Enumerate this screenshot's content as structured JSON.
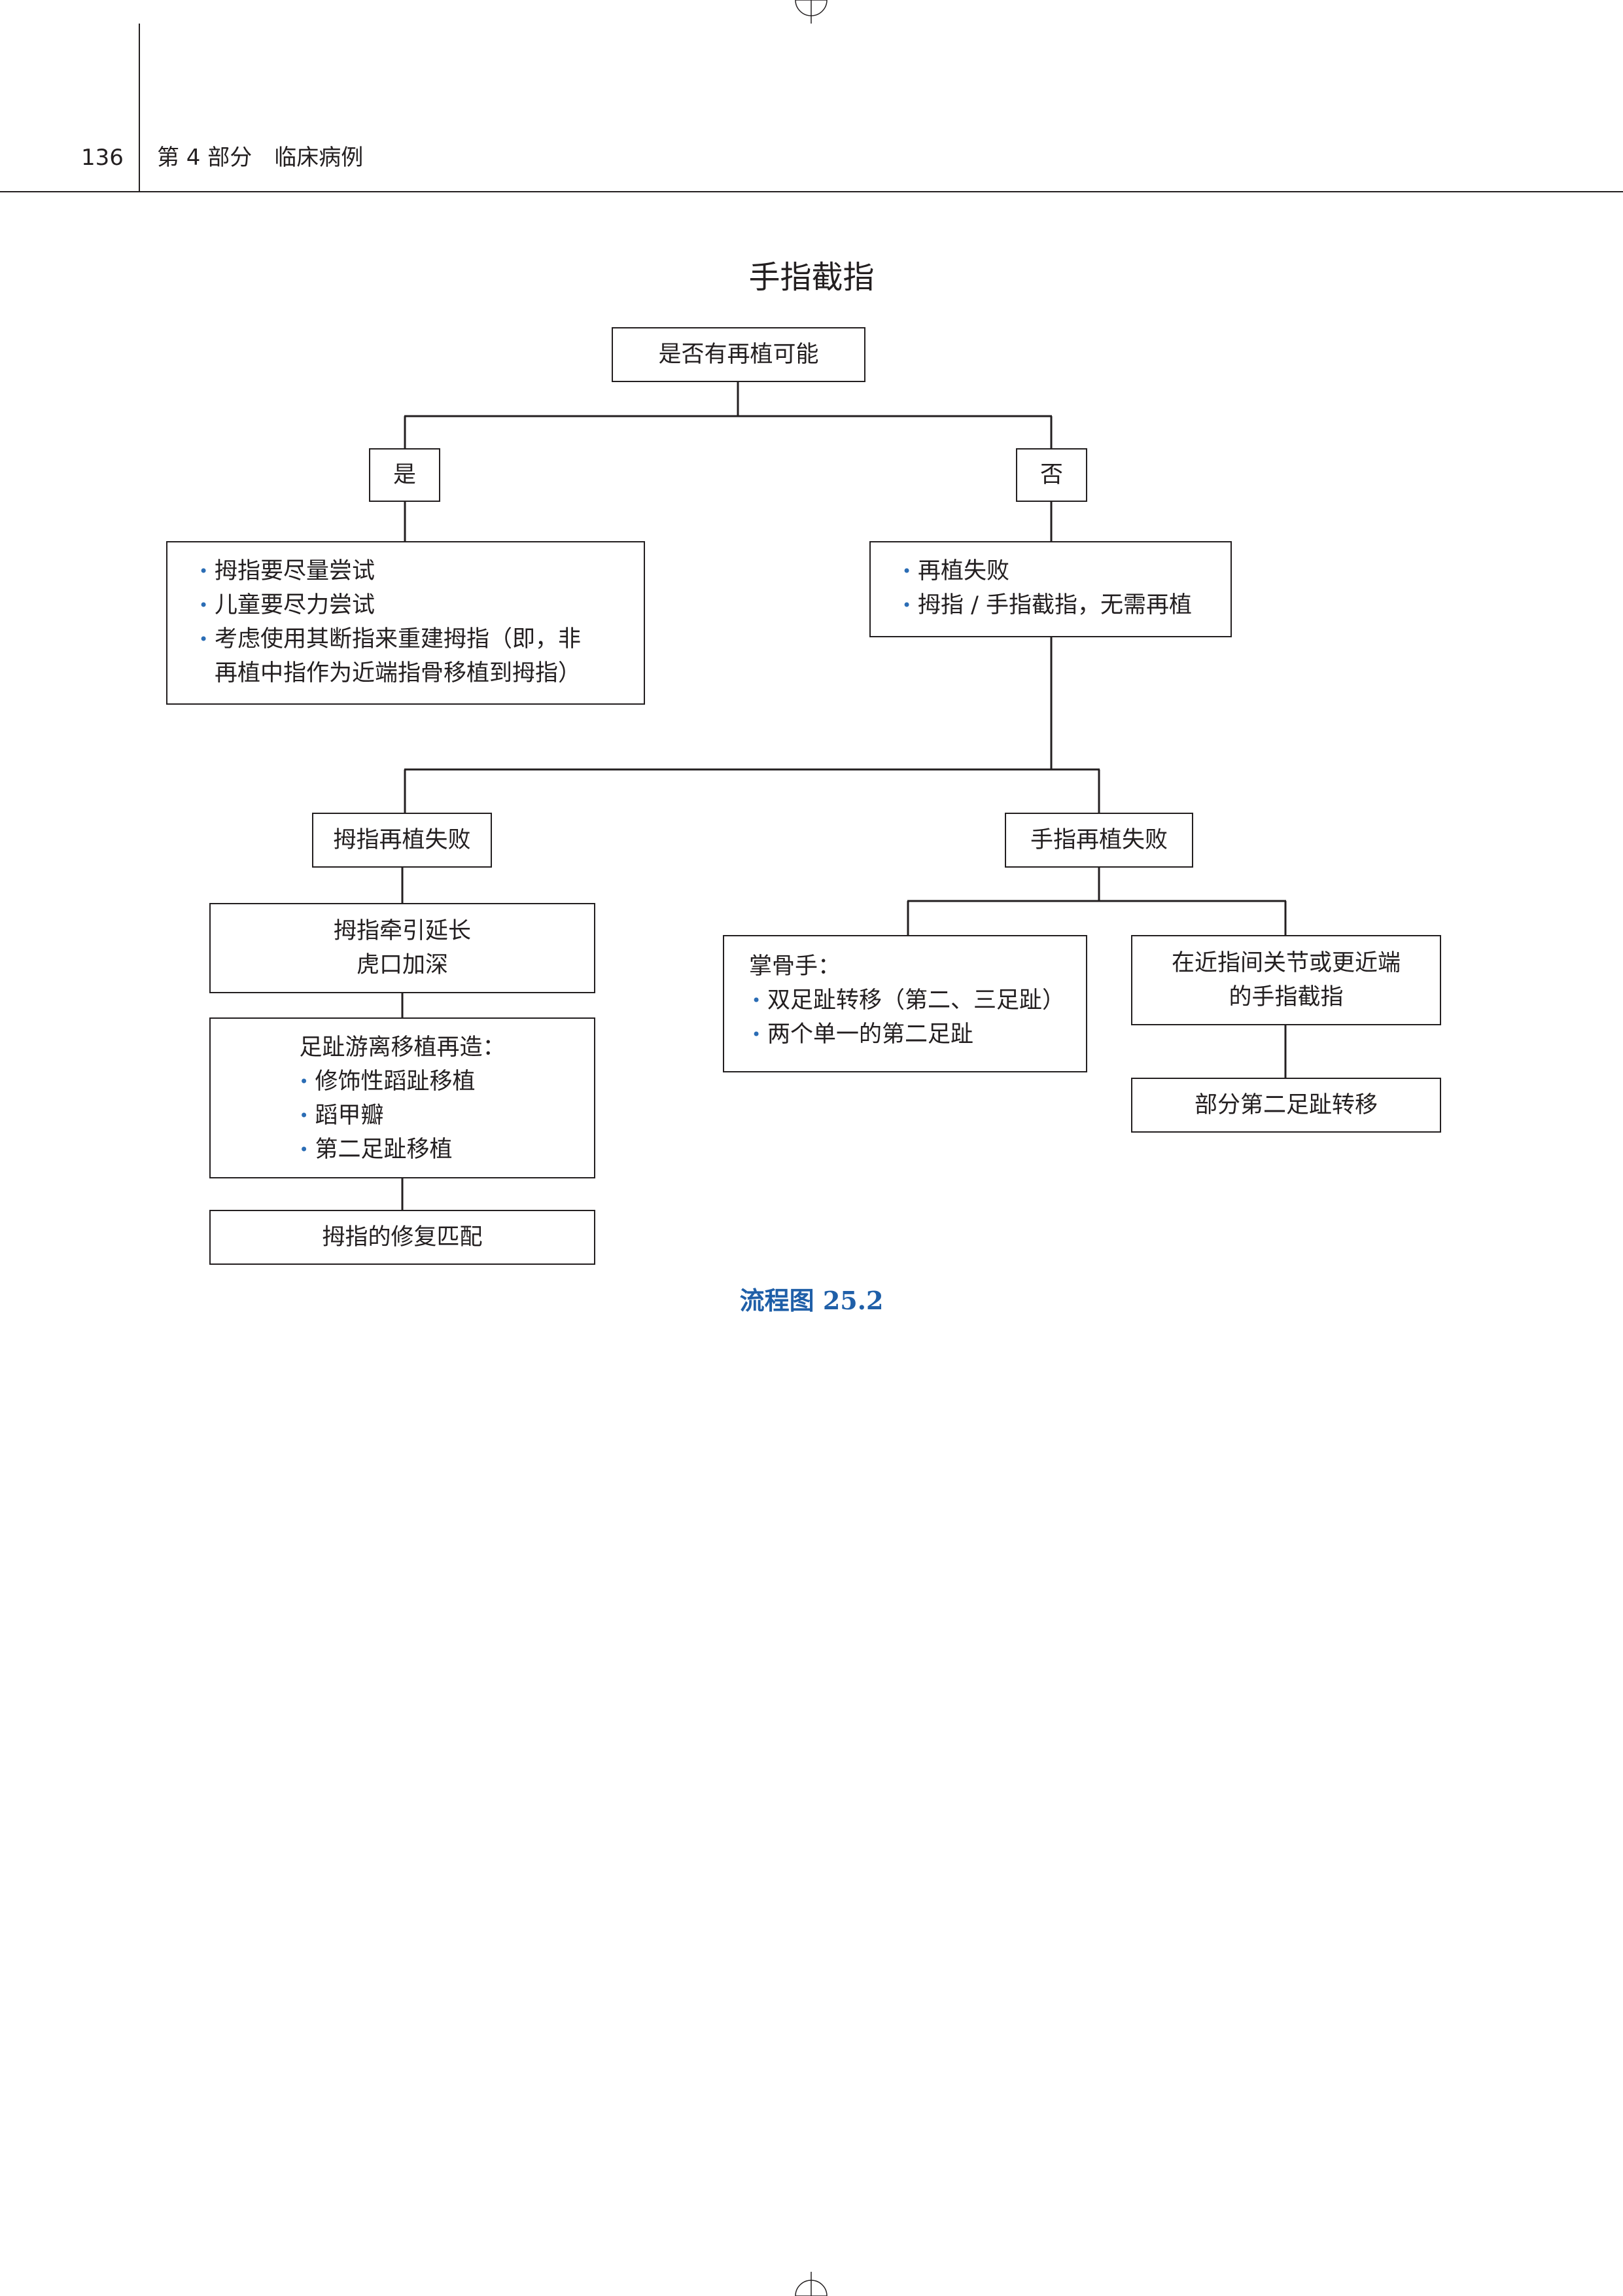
{
  "header": {
    "page_number": "136",
    "section": "第 4 部分　临床病例"
  },
  "diagram": {
    "title": "手指截指",
    "caption": "流程图 25.2",
    "root": "是否有再植可能",
    "yes_label": "是",
    "no_label": "否",
    "yes_items": [
      "拇指要尽量尝试",
      "儿童要尽力尝试",
      "考虑使用其断指来重建拇指（即，非",
      "再植中指作为近端指骨移植到拇指）"
    ],
    "no_items": [
      "再植失败",
      "拇指 / 手指截指，无需再植"
    ],
    "thumb_fail": "拇指再植失败",
    "finger_fail": "手指再植失败",
    "thumb_distraction": [
      "拇指牵引延长",
      "虎口加深"
    ],
    "toe_transfer": {
      "heading": "足趾游离移植再造：",
      "items": [
        "修饰性蹈趾移植",
        "蹈甲瓣",
        "第二足趾移植"
      ]
    },
    "thumb_match": "拇指的修复匹配",
    "metacarpal_hand": {
      "heading": "掌骨手：",
      "items": [
        "双足趾转移（第二、三足趾）",
        "两个单一的第二足趾"
      ]
    },
    "pip_amputation": [
      "在近指间关节或更近端",
      "的手指截指"
    ],
    "partial_toe": "部分第二足趾转移"
  }
}
